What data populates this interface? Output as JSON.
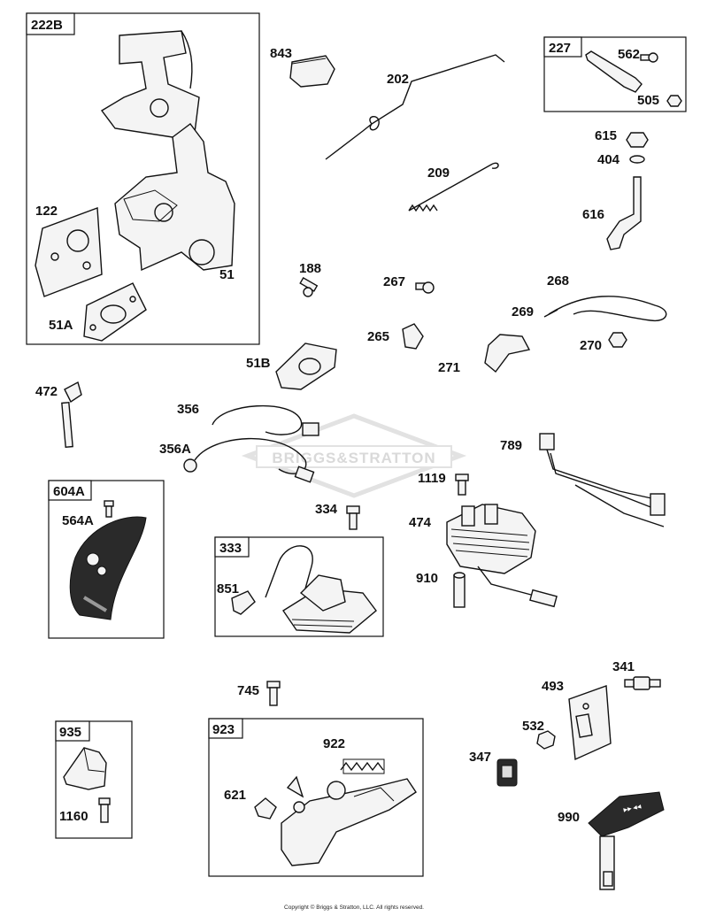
{
  "watermark": "BRIGGS&STRATTON",
  "copyright": "Copyright © Briggs & Stratton, LLC. All rights reserved.",
  "boxes": {
    "b222B": "222B",
    "b227": "227",
    "b604A": "604A",
    "b333": "333",
    "b935": "935",
    "b923": "923"
  },
  "labels": {
    "l122": "122",
    "l51": "51",
    "l51A": "51A",
    "l843": "843",
    "l202": "202",
    "l209": "209",
    "l188": "188",
    "l267": "267",
    "l265": "265",
    "l268": "268",
    "l269": "269",
    "l270": "270",
    "l271": "271",
    "l51B": "51B",
    "l562": "562",
    "l505": "505",
    "l615": "615",
    "l404": "404",
    "l616": "616",
    "l472": "472",
    "l356": "356",
    "l356A": "356A",
    "l564A": "564A",
    "l334": "334",
    "l851": "851",
    "l1119": "1119",
    "l474": "474",
    "l910": "910",
    "l789": "789",
    "l745": "745",
    "l922": "922",
    "l621": "621",
    "l1160": "1160",
    "l493": "493",
    "l341": "341",
    "l532": "532",
    "l347": "347",
    "l990": "990"
  }
}
